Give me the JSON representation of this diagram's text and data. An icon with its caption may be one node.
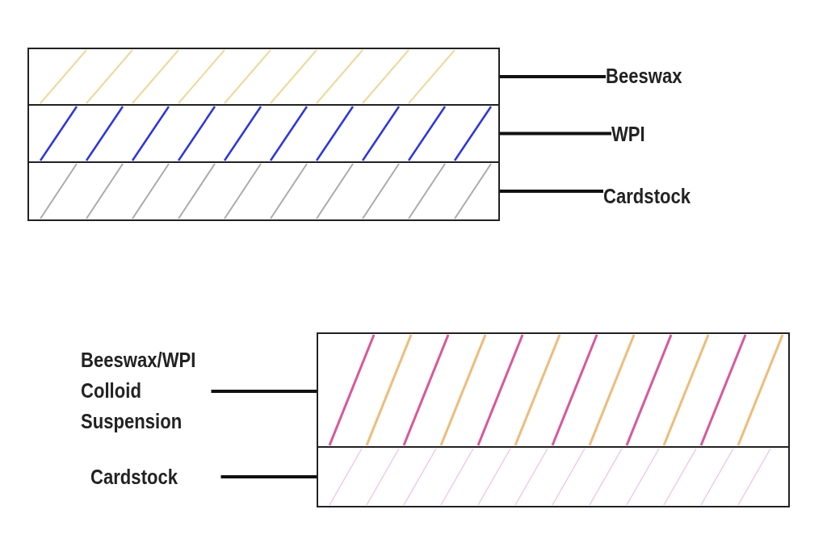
{
  "diagram": {
    "nodes": [
      {
        "text": [],
        "shape": "bar"
      },
      {
        "text": [],
        "shape": "bar"
      },
      {
        "text": [],
        "shape": "bar"
      },
      {
        "text": [],
        "shape": "bar"
      },
      {
        "text": [],
        "shape": "bar"
      },
      {
        "text": [
          "Beeswax"
        ]
      },
      {
        "text": [
          "WPI"
        ]
      },
      {
        "text": [
          "Cardstock"
        ]
      },
      {
        "text": [
          "Beeswax/WPI Colloid Suspension"
        ]
      },
      {
        "text": [
          "Cardstock"
        ]
      }
    ],
    "edges": [
      {
        "from": 5,
        "to": 0,
        "arrow": "none"
      },
      {
        "from": 6,
        "to": 1,
        "arrow": "none"
      },
      {
        "from": 7,
        "to": 2,
        "arrow": "none"
      },
      {
        "from": 8,
        "to": 3,
        "arrow": "none"
      },
      {
        "from": 9,
        "to": 4,
        "arrow": "none"
      }
    ]
  }
}
